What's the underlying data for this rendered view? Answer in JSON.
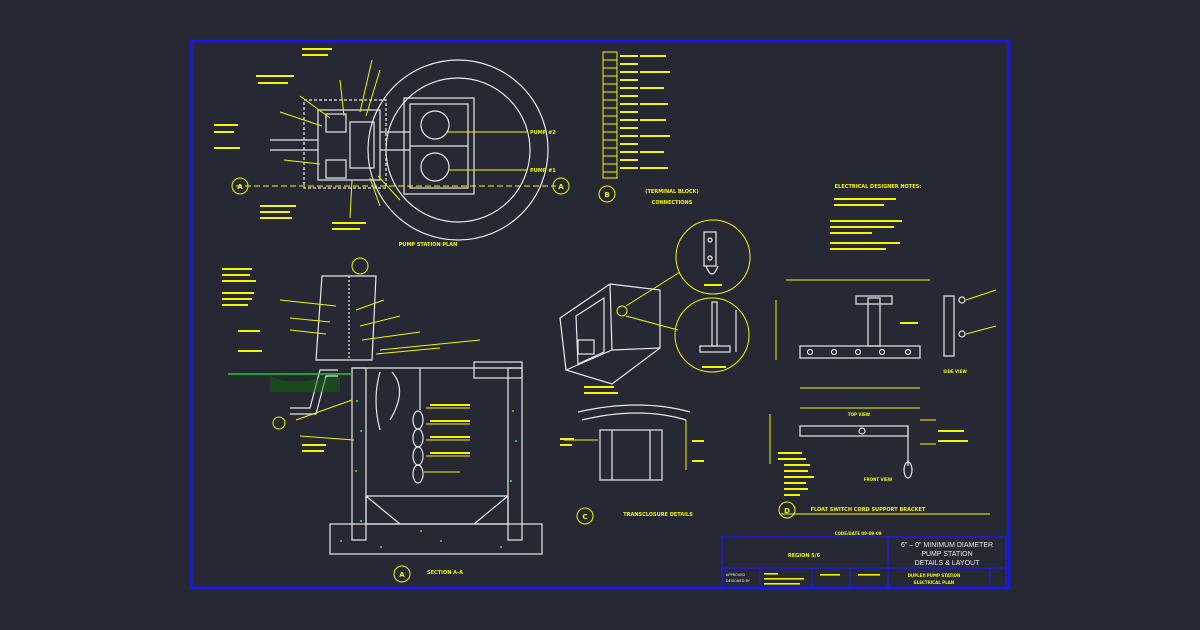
{
  "colors": {
    "background": "#262833",
    "border": "#1a1adf",
    "annotation": "#f5f500",
    "linework": "#e8e8e8",
    "soil": "#22cc22"
  },
  "labels": {
    "pump_station_plan": "PUMP STATION PLAN",
    "pump2": "PUMP #2",
    "pump1": "PUMP #1",
    "terminal_block": "(TERMINAL BLOCK)",
    "connections": "CONNECTIONS",
    "section_aa": "SECTION A-A",
    "transclosure": "TRANSCLOSURE DETAILS",
    "designer_notes": "ELECTRICAL DESIGNER NOTES:",
    "top_view": "TOP VIEW",
    "front_view": "FRONT VIEW",
    "side_view": "SIDE VIEW",
    "bracket": "FLOAT SWITCH CORD SUPPORT BRACKET"
  },
  "markers": {
    "a": "A",
    "b": "B",
    "c": "C",
    "d": "D"
  },
  "title_block": {
    "region": "REGION 5/6",
    "title_line1": "6\" – 0\" MINIMUM DIAMETER",
    "title_line2": "PUMP STATION",
    "title_line3": "DETAILS & LAYOUT",
    "sub_line1": "DUPLEX PUMP STATION",
    "sub_line2": "ELECTRICAL PLAN",
    "approved": "APPROVED",
    "designed": "DESIGNED BY",
    "date_code": "CODE/DATE 09-09-09"
  }
}
